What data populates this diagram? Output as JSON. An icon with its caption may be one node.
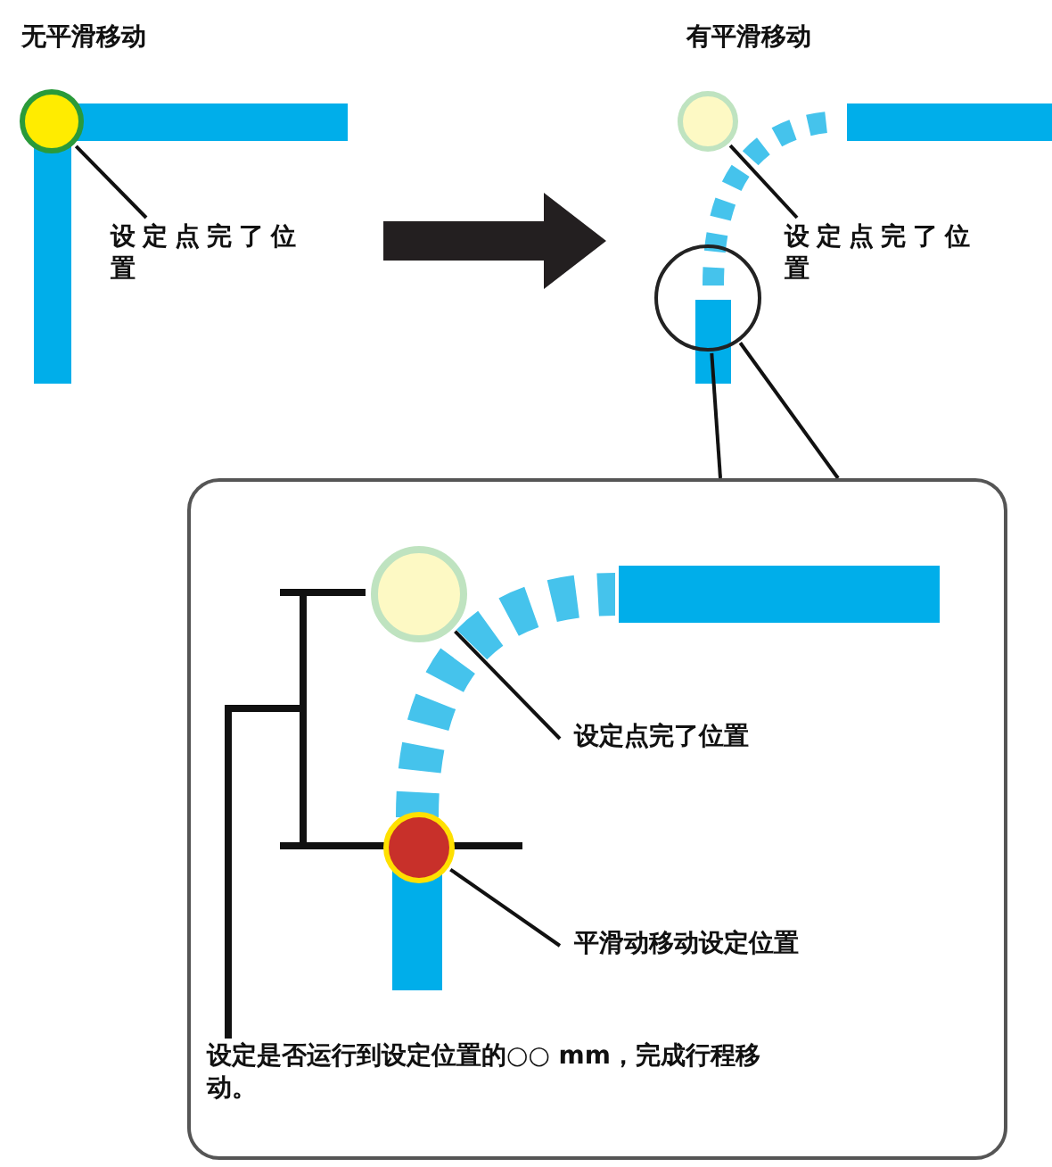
{
  "diagram": {
    "nodes": [
      {
        "text": [],
        "shape": "circle"
      },
      {
        "text": [
          "设定点完了位置"
        ]
      },
      {
        "text": [],
        "shape": "circle"
      },
      {
        "text": [
          "设定点完了位置"
        ]
      },
      {
        "text": [],
        "shape": "circle"
      },
      {
        "text": [],
        "shape": "box"
      },
      {
        "text": [],
        "shape": "circle",
        "in": 5
      },
      {
        "text": [
          "设定点完了位置"
        ],
        "in": 5
      },
      {
        "text": [],
        "shape": "circle",
        "in": 5
      },
      {
        "text": [
          "平滑动移动设定位置"
        ],
        "in": 5
      }
    ],
    "edges": [
      {
        "from": 1,
        "to": 0,
        "arrow": "none"
      },
      {
        "from": 3,
        "to": 2,
        "arrow": "none"
      },
      {
        "from": 4,
        "to": 5,
        "arrow": "none"
      },
      {
        "from": 4,
        "to": 5,
        "arrow": "none"
      },
      {
        "from": 7,
        "to": 6,
        "arrow": "none"
      },
      {
        "from": 9,
        "to": 8,
        "arrow": "none"
      }
    ],
    "labels": [
      "无平滑移动",
      "有平滑移动",
      "设定是否运行到设定位置的○○ mm，完成行程移动。"
    ]
  }
}
